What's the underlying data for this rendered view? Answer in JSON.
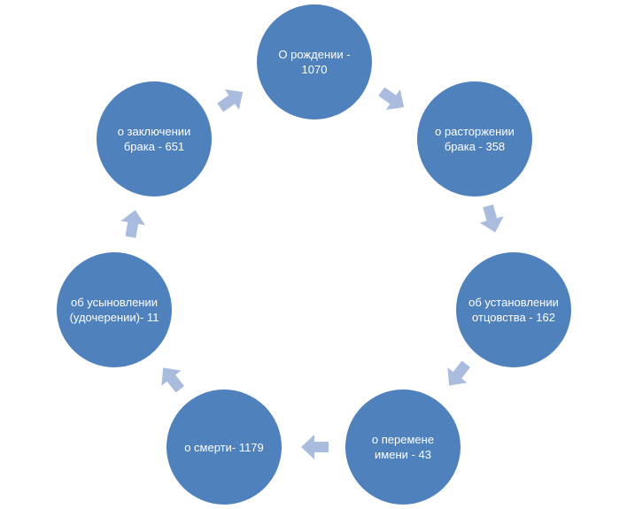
{
  "diagram": {
    "node_color": "#4f81bd",
    "arrow_color": "#a9bcde",
    "nodes": [
      {
        "label": "О рождении - 1070"
      },
      {
        "label": "о расторжении брака - 358"
      },
      {
        "label": "об установлении отцовства - 162"
      },
      {
        "label": "о перемене имени - 43"
      },
      {
        "label": "о смерти- 1179"
      },
      {
        "label": "об усыновлении (удочерении)- 11"
      },
      {
        "label": "о заключении брака - 651"
      }
    ]
  }
}
